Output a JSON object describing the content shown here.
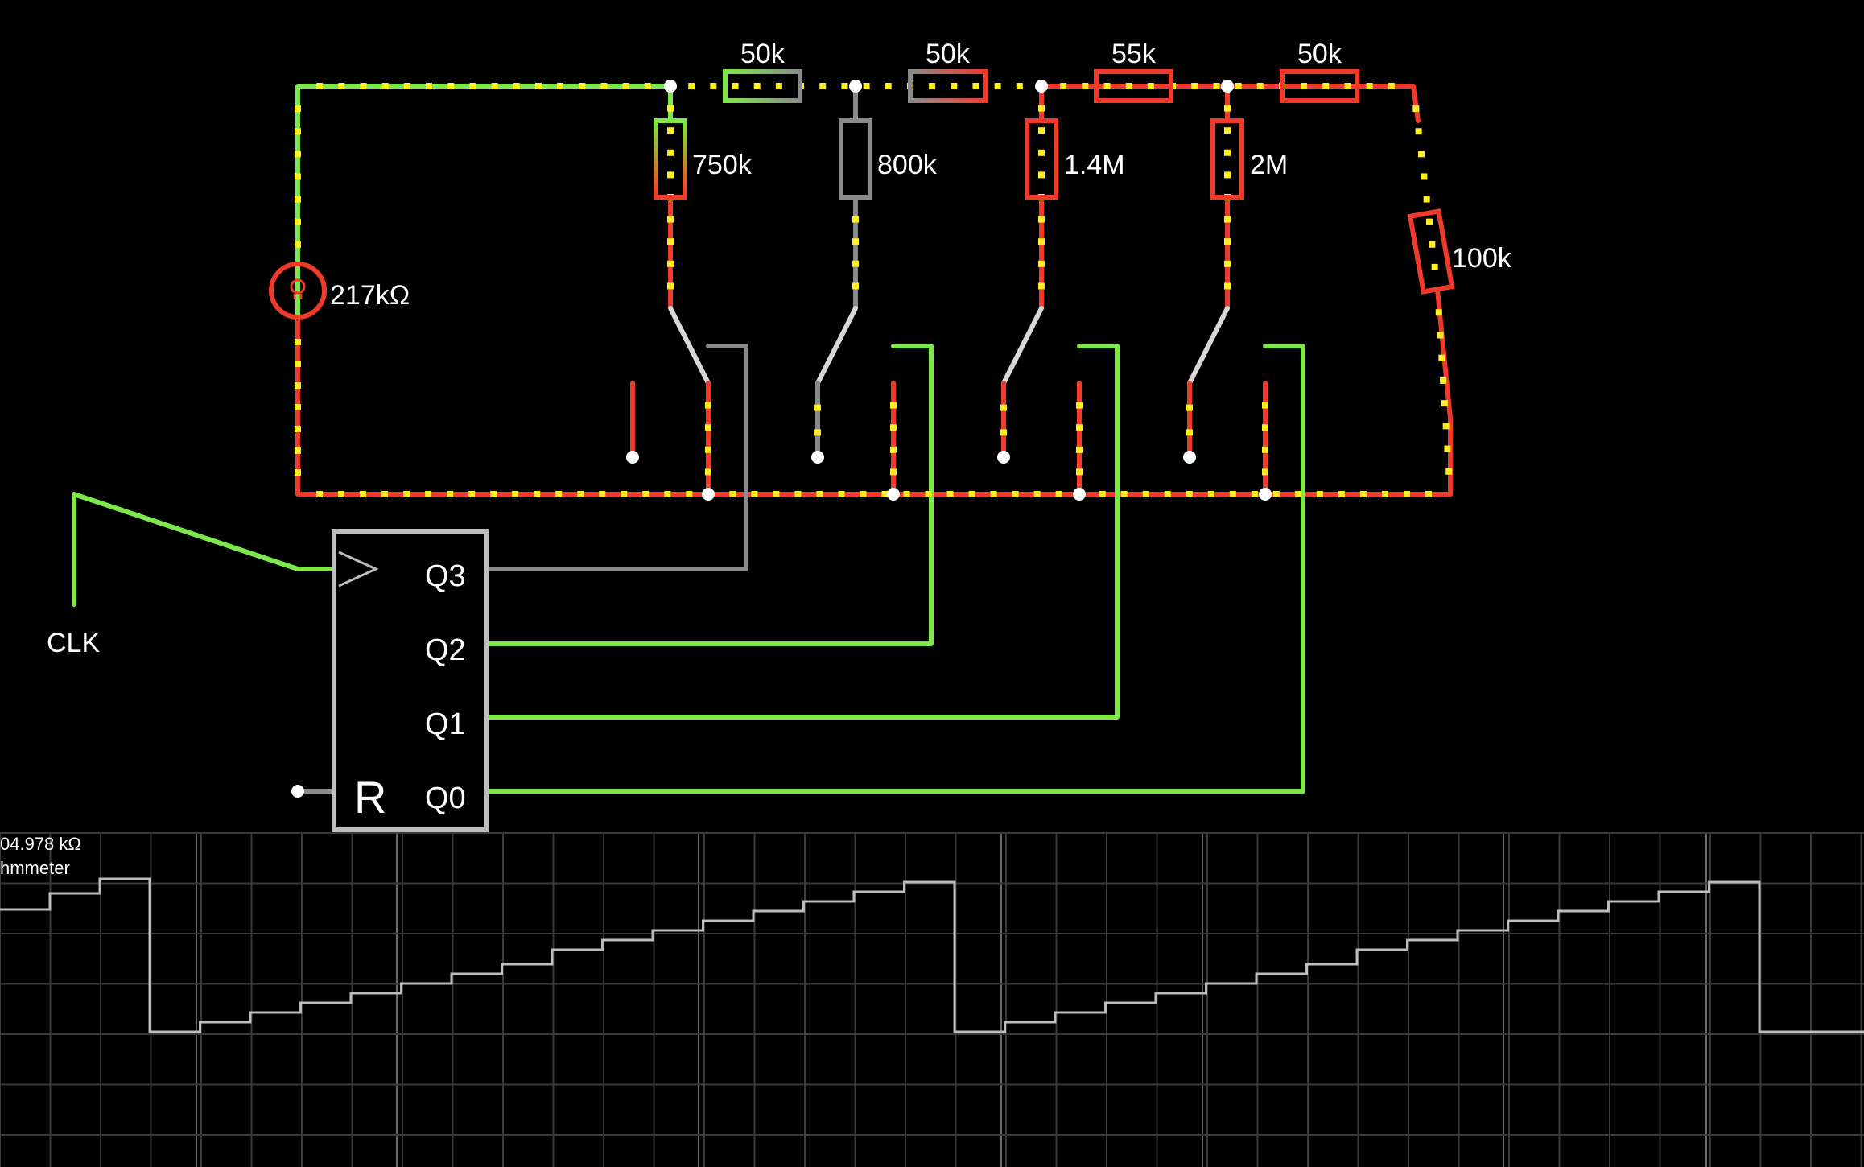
{
  "colors": {
    "background": "#000000",
    "wire_low": "#f03a2a",
    "wire_high": "#7ce84a",
    "wire_off": "#8a8a8a",
    "current_dot": "#ffee22",
    "node": "#ffffff",
    "chip": "#bdbdbd",
    "scope_trace": "#bdbdbd",
    "scope_grid": "#3a3a3a"
  },
  "circuit": {
    "meter_label": "217kΩ",
    "meter_icon": "lamp-icon",
    "series_resistors": [
      "50k",
      "50k",
      "55k",
      "50k"
    ],
    "branch_resistors": [
      "750k",
      "800k",
      "1.4M",
      "2M"
    ],
    "end_resistor": "100k",
    "clock_label": "CLK"
  },
  "counter": {
    "outputs": [
      "Q3",
      "Q2",
      "Q1",
      "Q0"
    ],
    "reset_label": "R",
    "clock_input_icon": "clock-triangle-icon"
  },
  "scope": {
    "reading": "04.978 kΩ",
    "name": "hmmeter"
  }
}
